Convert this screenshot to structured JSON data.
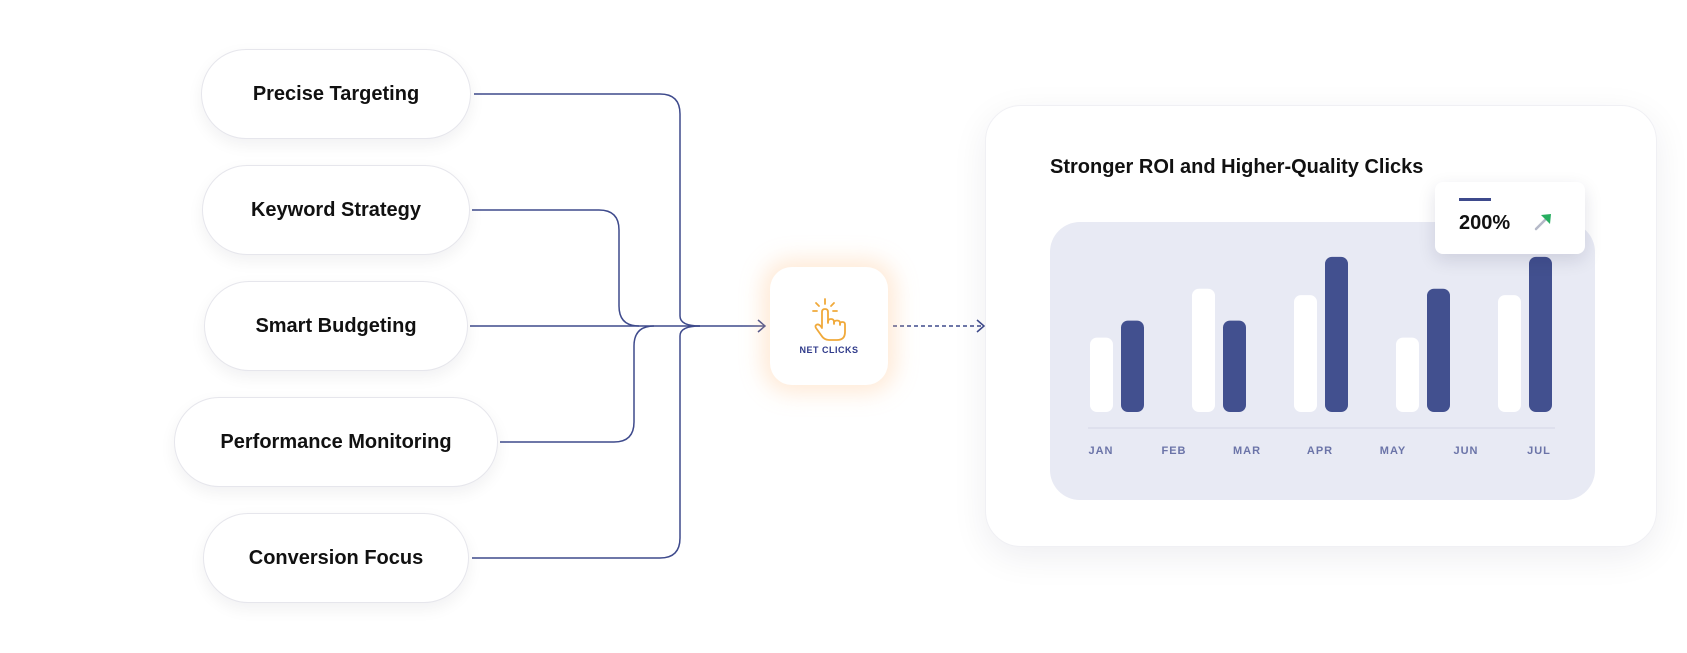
{
  "features": [
    {
      "label": "Precise Targeting"
    },
    {
      "label": "Keyword Strategy"
    },
    {
      "label": "Smart Budgeting"
    },
    {
      "label": "Performance Monitoring"
    },
    {
      "label": "Conversion Focus"
    }
  ],
  "hub": {
    "logo_text": "NET CLICKS",
    "icon": "pointer-hand-icon"
  },
  "card": {
    "title": "Stronger ROI and Higher-Quality Clicks",
    "badge": {
      "value": "200%",
      "icon": "trend-up-arrow-icon"
    }
  },
  "colors": {
    "accent": "#3e4a8c",
    "bar_light": "#ffffff",
    "bar_dark": "#42508f",
    "panel": "#e8eaf4",
    "hub_icon": "#f0a93a",
    "badge_arrow": "#27ae60"
  },
  "chart_data": {
    "type": "bar",
    "categories": [
      "JAN",
      "FEB",
      "MAR",
      "APR",
      "MAY",
      "JUN",
      "JUL"
    ],
    "series": [
      {
        "values": [
          3.5,
          5.8,
          5.5,
          3.5,
          5.5
        ]
      },
      {
        "values": [
          4.3,
          4.3,
          7.3,
          5.8,
          7.3
        ]
      }
    ],
    "ylim": [
      0,
      8
    ],
    "grid": false,
    "legend": "none"
  }
}
